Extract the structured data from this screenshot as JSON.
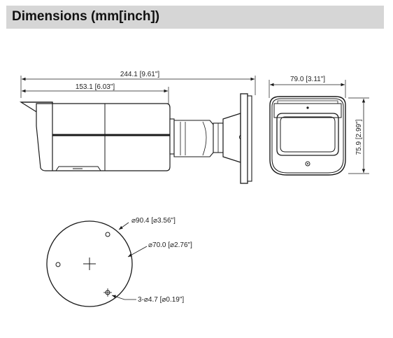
{
  "header": {
    "title": "Dimensions (mm[inch])"
  },
  "side_view": {
    "overall_length_label": "244.1 [9.61\"]",
    "body_length_label": "153.1 [6.03\"]"
  },
  "front_view": {
    "width_label": "79.0 [3.11\"]",
    "height_label": "75.9 [2.99\"]"
  },
  "base_view": {
    "outer_diameter_label": "⌀90.4 [⌀3.56\"]",
    "hole_circle_label": "⌀70.0 [⌀2.76\"]",
    "screw_hole_label": "3-⌀4.7 [⌀0.19\"]"
  },
  "colors": {
    "header_background": "#d6d6d6",
    "line": "#1a1a1a"
  }
}
